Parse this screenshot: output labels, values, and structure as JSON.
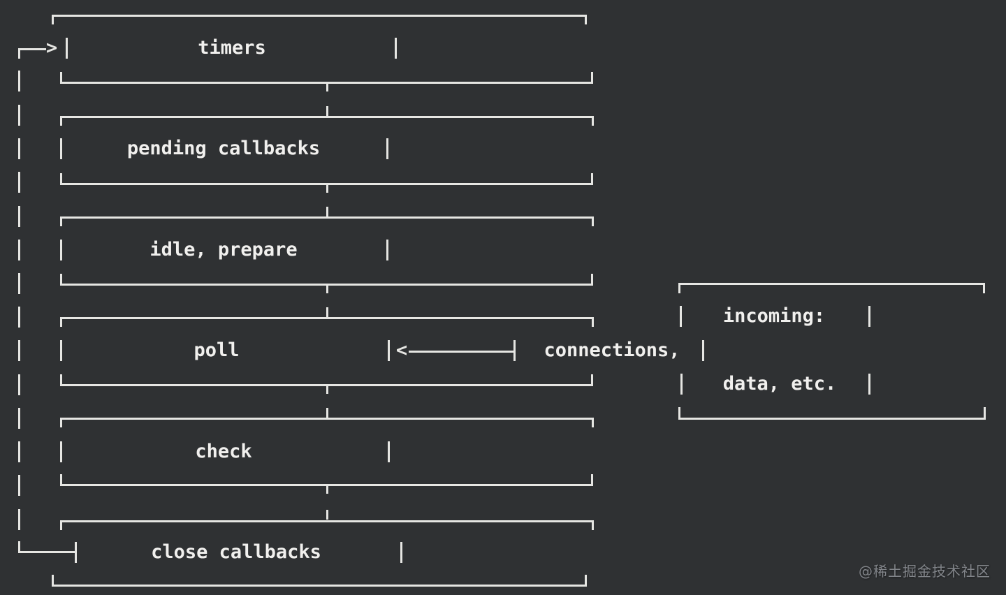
{
  "colors": {
    "background": "#2f3133",
    "line": "#e6e6e3",
    "text": "#f1f0ee",
    "watermark": "#82858a"
  },
  "diagram": {
    "phases": [
      {
        "label": "timers"
      },
      {
        "label": "pending callbacks"
      },
      {
        "label": "idle, prepare"
      },
      {
        "label": "poll"
      },
      {
        "label": "check"
      },
      {
        "label": "close callbacks"
      }
    ],
    "side_box": {
      "lines": [
        "incoming:",
        "connections,",
        "data, etc."
      ]
    },
    "glyphs": {
      "loop_entry_arrow": ">",
      "incoming_arrow": "<"
    }
  },
  "watermark": {
    "text": "@稀土掘金技术社区"
  }
}
